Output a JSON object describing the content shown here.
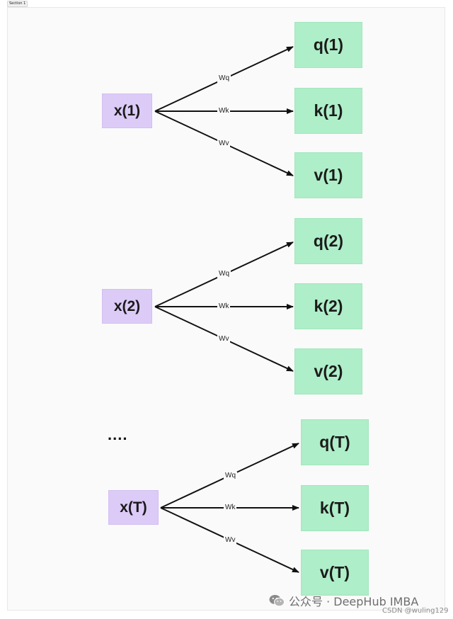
{
  "section_tag": "Section 1",
  "groups": [
    {
      "input": "x(1)",
      "outputs": [
        "q(1)",
        "k(1)",
        "v(1)"
      ],
      "weights": [
        "Wq",
        "Wk",
        "Wv"
      ]
    },
    {
      "input": "x(2)",
      "outputs": [
        "q(2)",
        "k(2)",
        "v(2)"
      ],
      "weights": [
        "Wq",
        "Wk",
        "Wv"
      ]
    },
    {
      "input": "x(T)",
      "outputs": [
        "q(T)",
        "k(T)",
        "v(T)"
      ],
      "weights": [
        "Wq",
        "Wk",
        "Wv"
      ]
    }
  ],
  "ellipsis": "....",
  "watermark": "公众号 · DeepHub IMBA",
  "csdn_credit": "CSDN @wuling129",
  "colors": {
    "input_fill": "#dccbf7",
    "output_fill": "#aeeec8",
    "arrow": "#111111"
  },
  "icons": {
    "watermark_icon": "wechat-icon"
  }
}
